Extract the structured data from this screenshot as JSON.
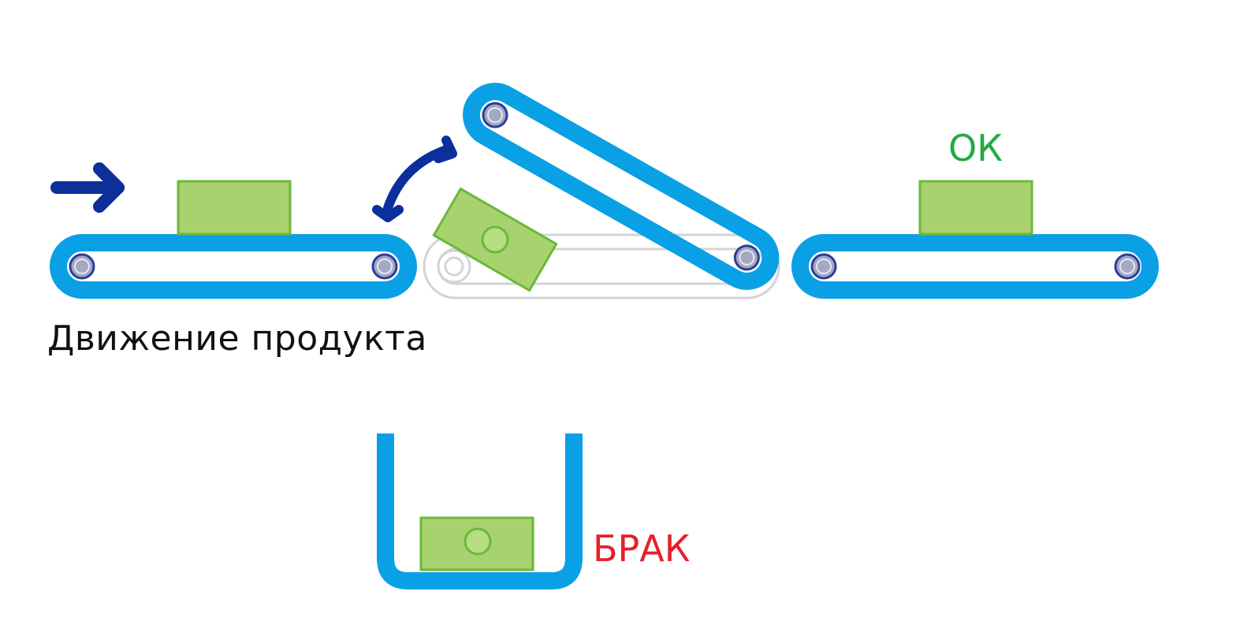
{
  "labels": {
    "movement": "Движение продукта",
    "ok": "ОК",
    "reject": "БРАК"
  },
  "colors": {
    "belt": "#0aa0e6",
    "belt_inactive": "#d4d4d4",
    "product_fill": "#a8d26e",
    "product_stroke": "#6cb83a",
    "arrow": "#0c2f9c",
    "roller_fill": "#a3a9c2",
    "roller_stroke": "#2a3f9a",
    "ok_text": "#22aa44",
    "reject_text": "#e5202a"
  }
}
